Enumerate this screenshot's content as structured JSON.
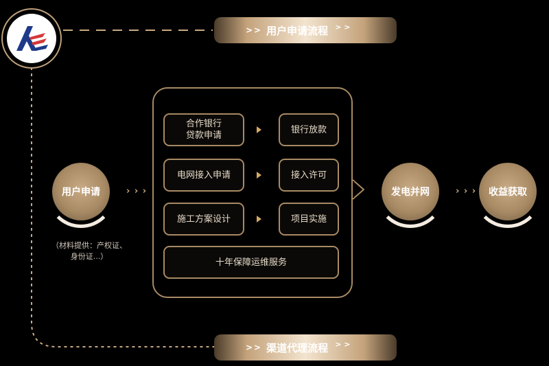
{
  "banners": {
    "top": {
      "arrow": ">>",
      "label": "用户申请流程",
      "tail": "> >"
    },
    "bottom": {
      "arrow": ">>",
      "label": "渠道代理流程",
      "tail": "> >"
    }
  },
  "flow": {
    "user_apply": "用户申请",
    "user_note": "（材料提供：产权证、身份证...）",
    "grid_connect": "发电并网",
    "earnings": "收益获取",
    "chevrons": "› › ›"
  },
  "panel": {
    "rows": [
      {
        "left": "合作银行贷款申请",
        "right": "银行放款"
      },
      {
        "left": "电网接入申请",
        "right": "接入许可"
      },
      {
        "left": "施工方案设计",
        "right": "项目实施"
      }
    ],
    "footer": "十年保障运维服务"
  },
  "colors": {
    "accent": "#a88a64",
    "gold_arrow": "#d6a864",
    "background": "#000000"
  }
}
